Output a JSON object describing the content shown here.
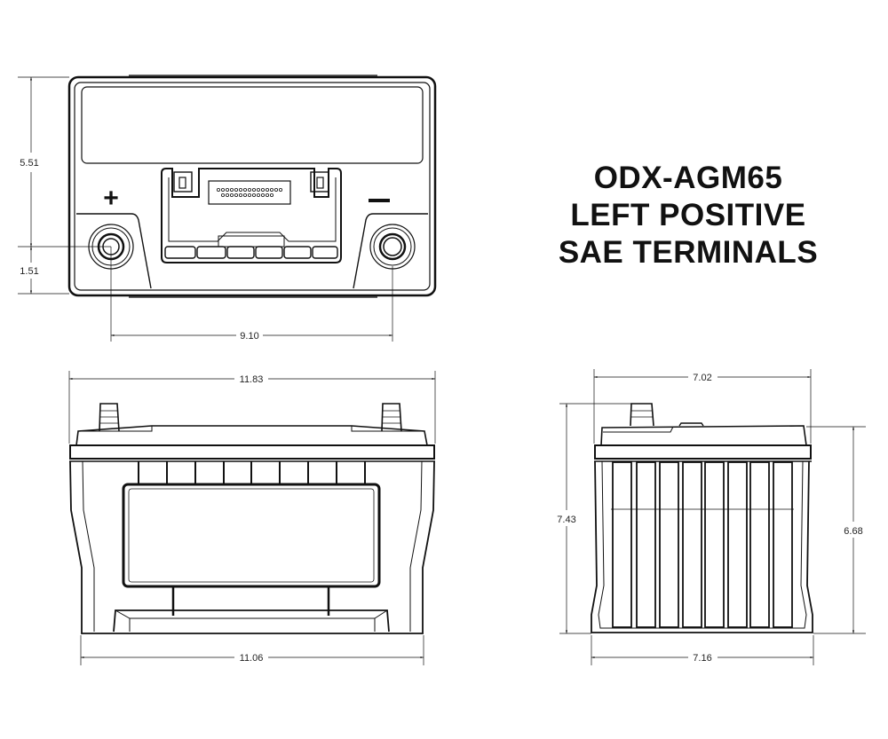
{
  "title": {
    "lines": [
      "ODX-AGM65",
      "LEFT POSITIVE",
      "SAE TERMINALS"
    ]
  },
  "top_view": {
    "positive_symbol": "+",
    "negative_symbol": "–",
    "dimensions": {
      "height_top_to_terminal": "5.51",
      "terminal_to_edge": "1.51",
      "terminal_spacing": "9.10"
    }
  },
  "front_view": {
    "dimensions": {
      "top_length": "11.83",
      "bottom_length": "11.06"
    }
  },
  "side_view": {
    "dimensions": {
      "top_width": "7.02",
      "bottom_width": "7.16",
      "total_height": "7.43",
      "case_height": "6.68"
    }
  },
  "colors": {
    "line": "#111111",
    "background": "#ffffff"
  }
}
